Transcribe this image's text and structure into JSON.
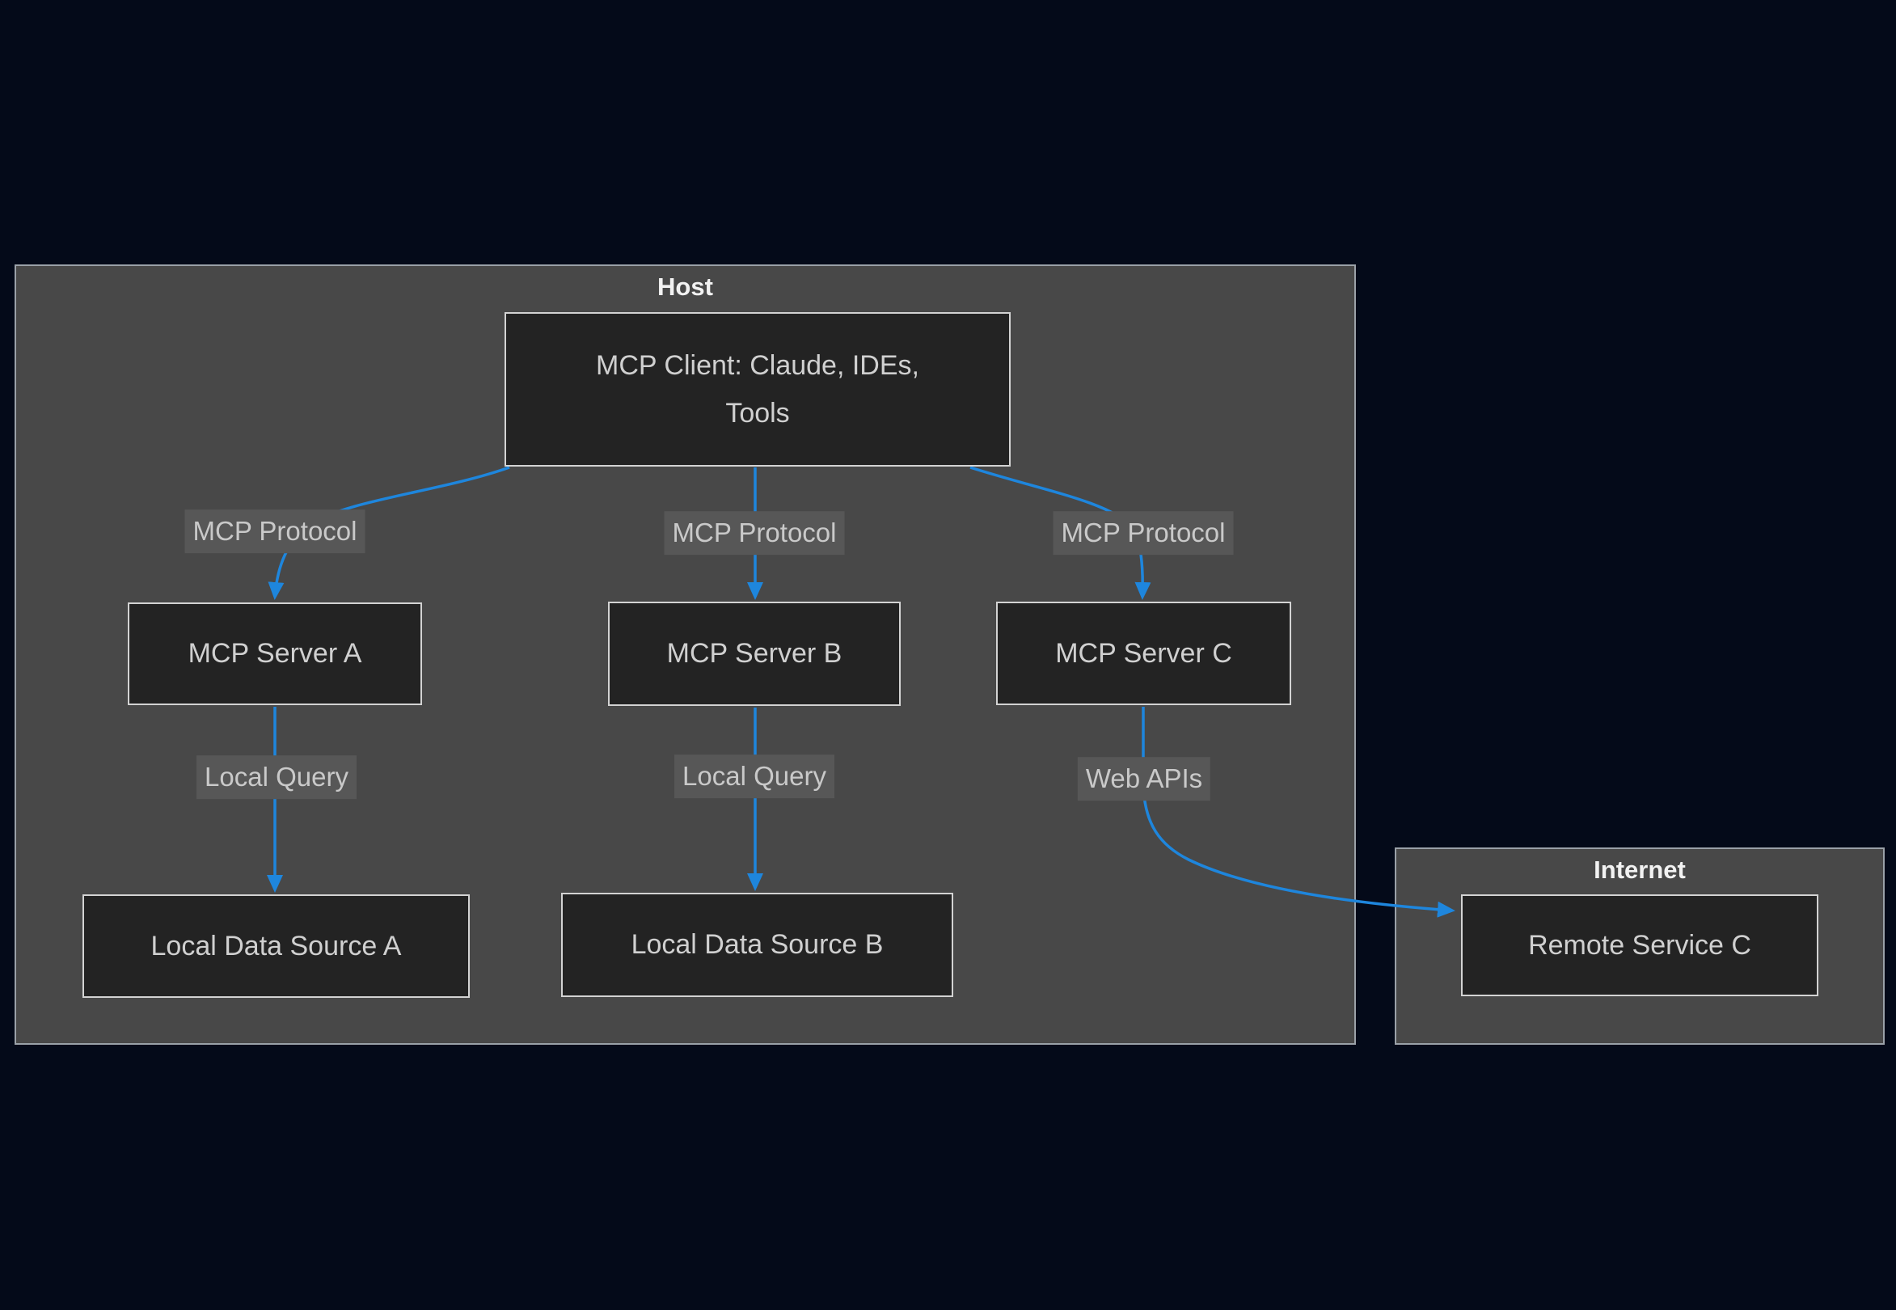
{
  "canvas": {
    "background_color": "#040a19",
    "arrow_color": "#1e86dd",
    "cluster_fill": "#484848",
    "node_fill": "#232323",
    "node_border": "#d3d3d3",
    "edge_label_fill": "#575757"
  },
  "clusters": {
    "host": {
      "label": "Host"
    },
    "internet": {
      "label": "Internet"
    }
  },
  "nodes": {
    "mcp_client": {
      "line1": "MCP Client: Claude, IDEs,",
      "line2": "Tools"
    },
    "mcp_server_a": {
      "label": "MCP Server A"
    },
    "mcp_server_b": {
      "label": "MCP Server B"
    },
    "mcp_server_c": {
      "label": "MCP Server C"
    },
    "local_data_source_a": {
      "label": "Local Data Source A"
    },
    "local_data_source_b": {
      "label": "Local Data Source B"
    },
    "remote_service_c": {
      "label": "Remote Service C"
    }
  },
  "edge_labels": {
    "protocol_a": "MCP Protocol",
    "protocol_b": "MCP Protocol",
    "protocol_c": "MCP Protocol",
    "local_query_a": "Local Query",
    "local_query_b": "Local Query",
    "web_apis": "Web APIs"
  }
}
